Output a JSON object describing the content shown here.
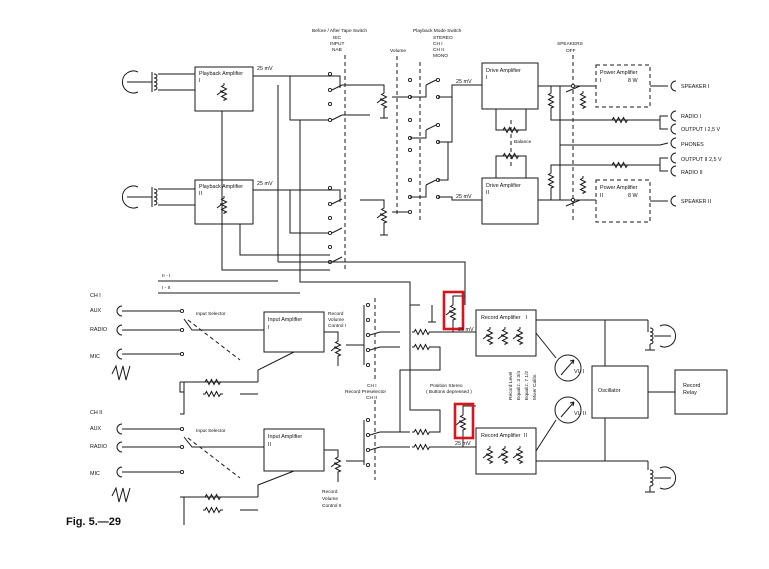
{
  "figure": {
    "caption": "Fig. 5.—29"
  },
  "switches": {
    "before_after": [
      "Before / After Tape Switch",
      "IEC",
      "INPUT",
      "NAB"
    ],
    "playback_mode": [
      "Playback Mode Switch",
      "STEREO",
      "CH I",
      "CH II",
      "MONO"
    ],
    "speakers": [
      "SPEAKERS",
      "OFF"
    ],
    "volume": "Volume",
    "balance": "Balance",
    "position_stereo": [
      "Position Stereo",
      "( Buttons depressed )"
    ]
  },
  "amplifiers": {
    "playback_1": [
      "Playback Amplifier",
      "I"
    ],
    "playback_2": [
      "Playback Amplifier",
      "II"
    ],
    "drive_1": [
      "Drive Amplifier",
      "I"
    ],
    "drive_2": [
      "Drive Amplifier",
      "II"
    ],
    "power_1": [
      "Power Amplifier",
      "I",
      "8 W"
    ],
    "power_2": [
      "Power Amplifier",
      "II",
      "8 W"
    ],
    "input_1": [
      "Input Amplifier",
      "I"
    ],
    "input_2": [
      "Input Amplifier",
      "II"
    ],
    "record_1": [
      "Record Amplifier",
      "I"
    ],
    "record_2": [
      "Record Amplifier",
      "II"
    ],
    "oscillator": "Oscillator",
    "record_relay": [
      "Record",
      "Relay"
    ]
  },
  "levels": {
    "mv25": "25 mV"
  },
  "outputs": {
    "speaker_1": "SPEAKER I",
    "speaker_2": "SPEAKER II",
    "radio_1": "RADIO I",
    "radio_2": "RADIO II",
    "output_1": "OUTPUT  I  2,5  V",
    "output_2": "OUTPUT  II  2,5  V",
    "phones": "PHONES"
  },
  "inputs": {
    "ch1": "CH I",
    "ch2": "CH II",
    "aux": "AUX",
    "radio": "RADIO",
    "mic": "MIC",
    "input_selector": "Input Selector"
  },
  "record_controls": {
    "volume_1": [
      "Record",
      "Volume",
      "Control I"
    ],
    "volume_2": [
      "Record",
      "Volume",
      "Control II"
    ],
    "preselector": [
      "CH I",
      "Record Preselector",
      "CH II"
    ],
    "level_notes": [
      "Record Level",
      "Equaliz. 3 3/4",
      "Equaliz. 7 1/2",
      "Mixer Calibr."
    ]
  },
  "meters": {
    "vu1": "VU I",
    "vu2": "VU II"
  },
  "bus_labels": {
    "bus1": "II - I",
    "bus2": "I - II"
  }
}
